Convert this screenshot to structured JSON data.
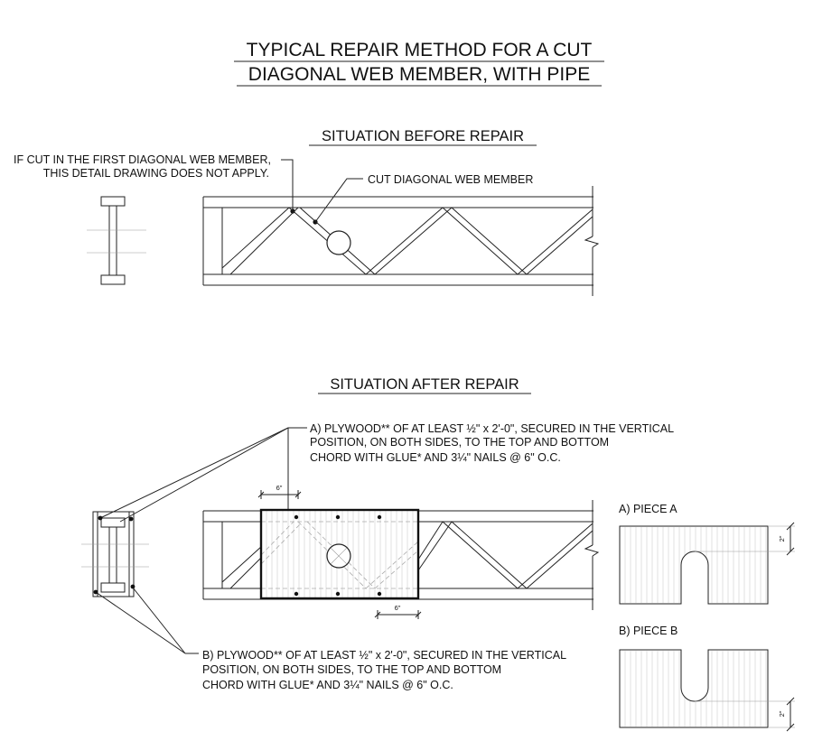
{
  "title": {
    "line1": "TYPICAL REPAIR METHOD FOR A CUT",
    "line2": "DIAGONAL WEB MEMBER, WITH PIPE"
  },
  "before": {
    "heading": "SITUATION BEFORE REPAIR",
    "note_line1": "IF CUT IN THE FIRST DIAGONAL WEB MEMBER,",
    "note_line2": "THIS DETAIL DRAWING DOES NOT APPLY.",
    "cut_label": "CUT DIAGONAL WEB MEMBER"
  },
  "after": {
    "heading": "SITUATION AFTER REPAIR",
    "note_a": [
      "A) PLYWOOD** OF AT LEAST ½\" x 2'-0\", SECURED IN THE VERTICAL",
      "POSITION, ON BOTH SIDES, TO THE TOP AND BOTTOM",
      "CHORD WITH GLUE* AND 3¼\" NAILS @ 6\" O.C."
    ],
    "note_b": [
      "B) PLYWOOD** OF AT LEAST ½\" x 2'-0\", SECURED IN THE VERTICAL",
      "POSITION, ON BOTH SIDES, TO THE TOP AND BOTTOM",
      "CHORD WITH GLUE* AND 3¼\" NAILS @ 6\" O.C."
    ],
    "dim_top": "6\"",
    "dim_bottom": "6\""
  },
  "pieces": {
    "a_label": "A) PIECE A",
    "b_label": "B) PIECE B",
    "a_dim": "2\"",
    "b_dim": "2\""
  },
  "colors": {
    "line": "#222222",
    "grain": "#cfcfcf"
  }
}
